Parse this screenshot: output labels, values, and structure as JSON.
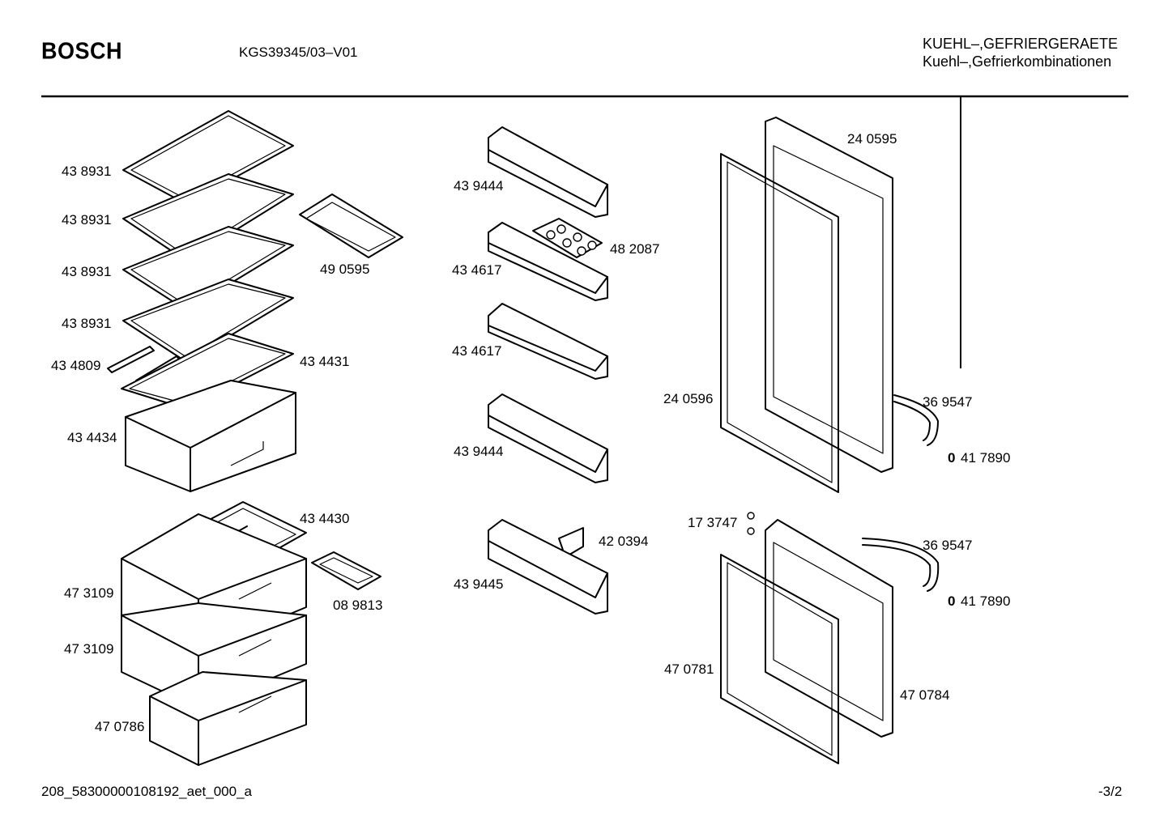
{
  "header": {
    "brand": "BOSCH",
    "model": "KGS39345/03–V01",
    "category_line1": "KUEHL–,GEFRIERGERAETE",
    "category_line2": "Kuehl–,Gefrierkombinationen"
  },
  "footer": {
    "doc_id": "208_58300000108192_aet_000_a",
    "page": "-3/2"
  },
  "parts": {
    "shelf_1": "43 8931",
    "shelf_2": "43 8931",
    "shelf_3": "43 8931",
    "shelf_4": "43 8931",
    "tray_490595": "49 0595",
    "rail_434809": "43 4809",
    "cover_434431": "43 4431",
    "crisper_434434": "43 4434",
    "shelf_434430": "43 4430",
    "drawer_1": "47 3109",
    "drawer_2": "47 3109",
    "icetray": "08 9813",
    "drawer_470786": "47 0786",
    "bin_439444_a": "43 9444",
    "eggtray": "48 2087",
    "bin_434617_a": "43 4617",
    "bin_434617_b": "43 4617",
    "bin_439444_b": "43 9444",
    "clip_420394": "42 0394",
    "bin_439445": "43 9445",
    "door_240595": "24 0595",
    "gasket_240596": "24 0596",
    "handle_369547_a": "36 9547",
    "screw_417890_a_prefix": "0",
    "screw_417890_a": "41 7890",
    "hinge_173747": "17 3747",
    "handle_369547_b": "36 9547",
    "screw_417890_b_prefix": "0",
    "screw_417890_b": "41 7890",
    "gasket_470781": "47 0781",
    "door_470784": "47 0784"
  }
}
